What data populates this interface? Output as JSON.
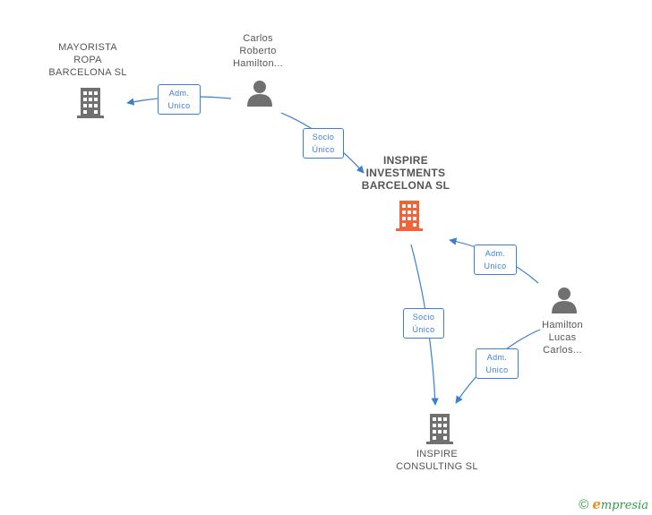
{
  "colors": {
    "edge": "#3a7fd0",
    "company_icon": "#707070",
    "main_company_icon": "#f0643a",
    "person_icon": "#707070",
    "label_text": "#555555"
  },
  "nodes": {
    "mayorista": {
      "lines": [
        "MAYORISTA",
        "ROPA",
        "BARCELONA SL"
      ],
      "icon": "building-icon"
    },
    "carlos": {
      "lines": [
        "Carlos",
        "Roberto",
        "Hamilton..."
      ],
      "icon": "person-icon"
    },
    "inspire_investments": {
      "lines": [
        "INSPIRE",
        "INVESTMENTS",
        "BARCELONA SL"
      ],
      "icon": "building-icon"
    },
    "hamilton": {
      "lines": [
        "Hamilton",
        "Lucas",
        "Carlos..."
      ],
      "icon": "person-icon"
    },
    "inspire_consulting": {
      "lines": [
        "INSPIRE",
        "CONSULTING SL"
      ],
      "icon": "building-icon"
    }
  },
  "edges": {
    "carlos_mayorista": {
      "lines": [
        "Adm.",
        "Unico"
      ]
    },
    "carlos_investments": {
      "lines": [
        "Socio",
        "Único"
      ]
    },
    "hamilton_investments": {
      "lines": [
        "Adm.",
        "Unico"
      ]
    },
    "investments_consulting": {
      "lines": [
        "Socio",
        "Único"
      ]
    },
    "hamilton_consulting": {
      "lines": [
        "Adm.",
        "Unico"
      ]
    }
  },
  "footer": {
    "copyright": "©",
    "brand_first": "e",
    "brand_rest": "mpresia"
  }
}
